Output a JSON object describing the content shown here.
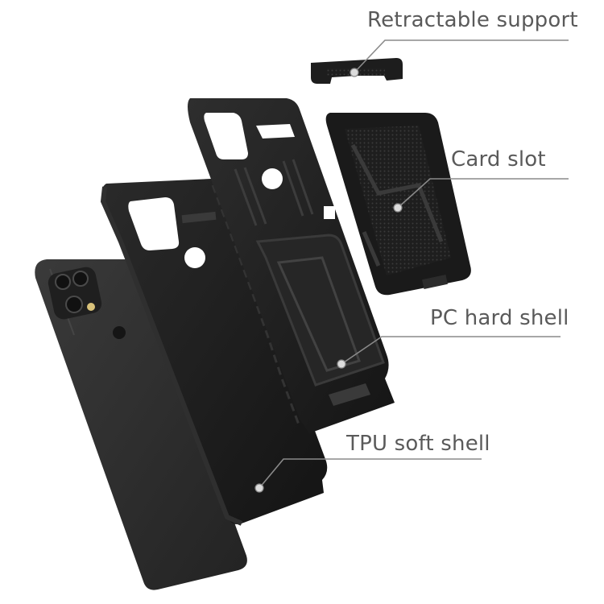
{
  "labels": {
    "retractable_support": "Retractable support",
    "card_slot": "Card slot",
    "pc_hard_shell": "PC hard shell",
    "tpu_soft_shell": "TPU soft shell"
  },
  "colors": {
    "background": "#ffffff",
    "label_text": "#5a5a5a",
    "leader_line": "#8a8a8a",
    "phone_body": "#2b2b2b",
    "case_black": "#1c1c1c"
  }
}
